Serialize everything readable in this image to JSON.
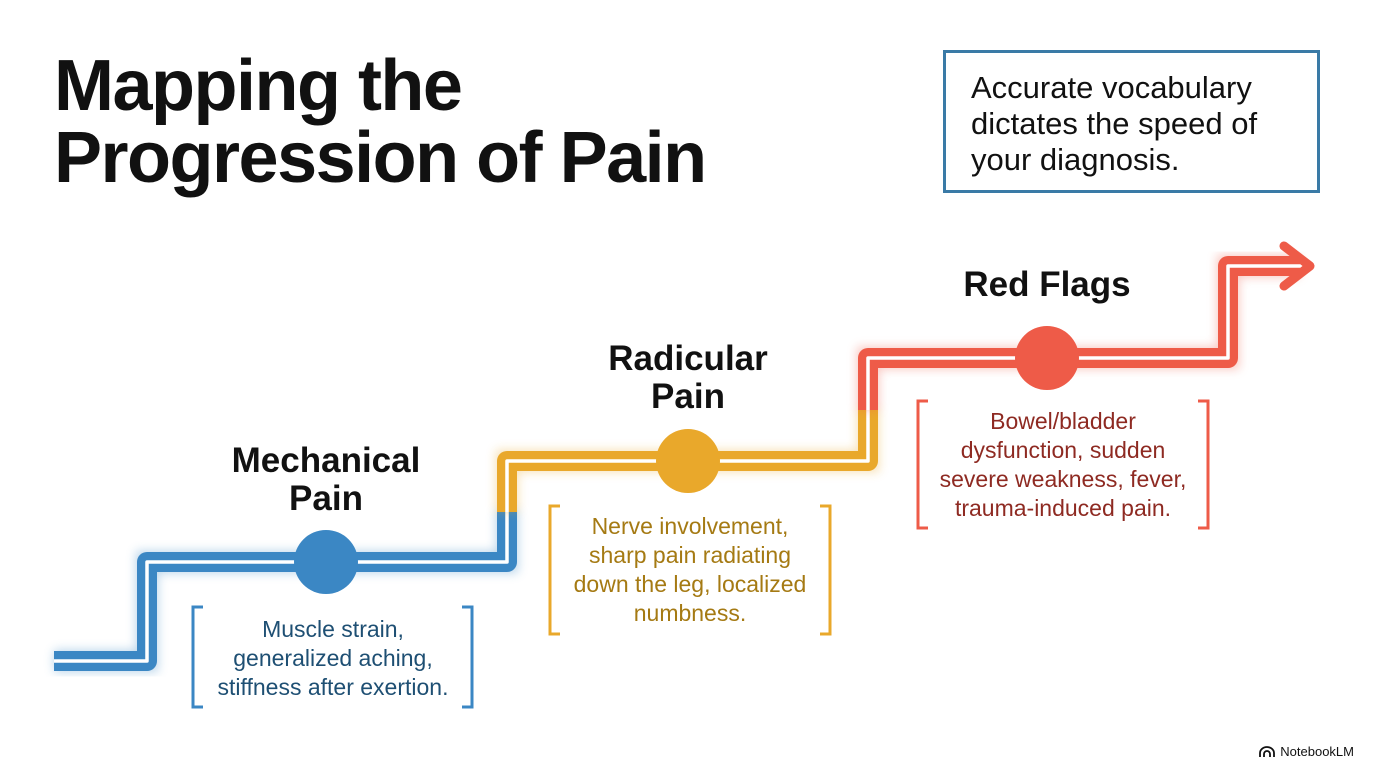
{
  "title_lines": [
    "Mapping the",
    "Progression of Pain"
  ],
  "callout_lines": [
    "Accurate vocabulary",
    "dictates the speed of",
    "your diagnosis."
  ],
  "stages": [
    {
      "name_lines": [
        "Mechanical",
        "Pain"
      ],
      "desc_lines": [
        "Muscle strain,",
        "generalized aching,",
        "stiffness after exertion."
      ],
      "color": "#3b87c4",
      "text_color": "#1e4f73"
    },
    {
      "name_lines": [
        "Radicular",
        "Pain"
      ],
      "desc_lines": [
        "Nerve involvement,",
        "sharp pain radiating",
        "down the leg, localized",
        "numbness."
      ],
      "color": "#e9a82b",
      "text_color": "#a57a13"
    },
    {
      "name_lines": [
        "Red Flags"
      ],
      "desc_lines": [
        "Bowel/bladder",
        "dysfunction, sudden",
        "severe weakness, fever,",
        "trauma-induced pain."
      ],
      "color": "#ee5b48",
      "text_color": "#8e2a22"
    }
  ],
  "footer": {
    "brand": "NotebookLM",
    "icon": "notebooklm-logo-icon"
  }
}
